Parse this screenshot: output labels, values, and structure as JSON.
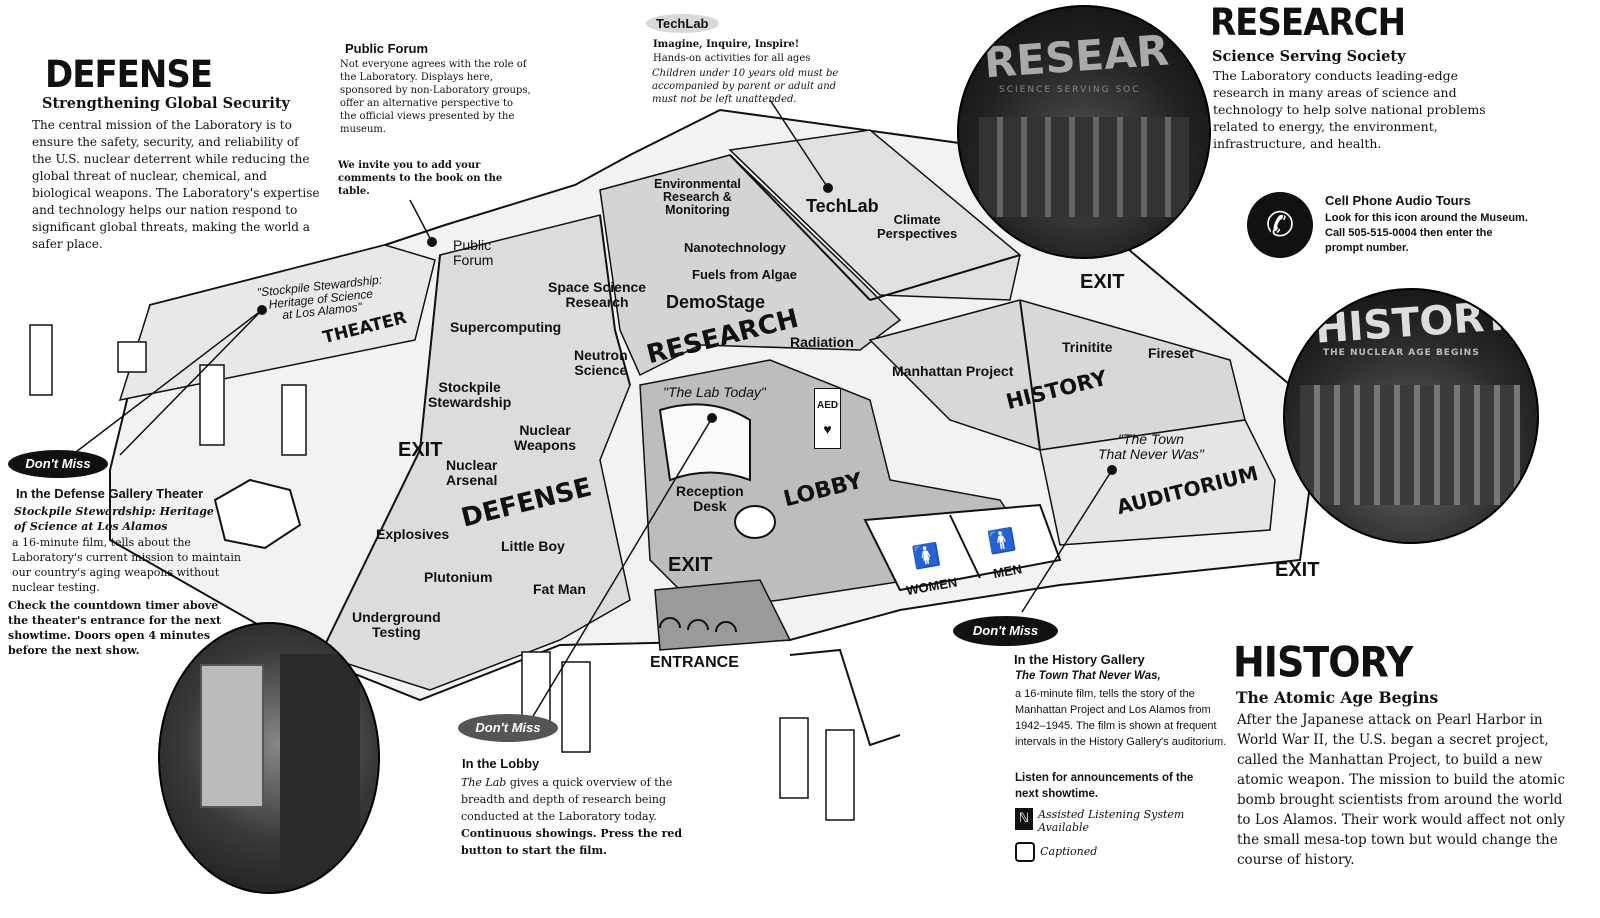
{
  "defense": {
    "title": "DEFENSE",
    "subtitle": "Strengthening Global Security",
    "body": "The central mission of the Laboratory is to ensure the safety, security, and reliability of the U.S. nuclear deterrent while reducing the global threat of nuclear, chemical, and biological weapons. The Laboratory's expertise and technology helps our nation respond to significant global threats, making the world a safer place."
  },
  "public_forum": {
    "title": "Public Forum",
    "body": "Not everyone agrees with the role of the Laboratory. Displays here, sponsored by non-Laboratory groups, offer an alternative perspective to the official views presented by the museum.",
    "invite": "We invite you to add your comments to the book on the table."
  },
  "techlab": {
    "title": "TechLab",
    "line1": "Imagine, Inquire, Inspire!",
    "line2": "Hands-on activities for all ages",
    "note": "Children under 10 years old must be accompanied by parent or adult and must not be left unattended."
  },
  "research": {
    "title": "RESEARCH",
    "subtitle": "Science Serving Society",
    "body": "The Laboratory conducts leading-edge research in many areas of science and technology to help solve national problems related to energy, the environment, infrastructure, and health.",
    "photo_sign": "RESEAR",
    "photo_subsign": "SCIENCE SERVING SOC"
  },
  "cell_tours": {
    "title": "Cell Phone Audio Tours",
    "body": "Look for this icon around the Museum. Call 505-515-0004 then enter the prompt number."
  },
  "history": {
    "title": "HISTORY",
    "subtitle": "The Atomic Age Begins",
    "body": "After the Japanese attack on Pearl Harbor in World War II, the U.S. began a secret project, called the Manhattan Project, to build a new atomic weapon. The mission to build the atomic bomb brought scientists from around the world to Los Alamos. Their work would affect not only the small mesa-top town but would change the course of history.",
    "photo_sign": "HISTORY",
    "photo_subsign": "THE NUCLEAR AGE BEGINS"
  },
  "dont_miss_label": "Don't Miss",
  "dont_miss_theater": {
    "heading": "In the Defense Gallery Theater",
    "film": "Stockpile Stewardship: Heritage of Science at Los Alamos",
    "desc": "a 16-minute film, tells about the Laboratory's current mission to maintain our country's aging weapons without nuclear testing.",
    "note": "Check the countdown timer above the theater's entrance for the next showtime. Doors open 4 minutes before the next show."
  },
  "dont_miss_lobby": {
    "heading": "In the Lobby",
    "film": "The Lab",
    "desc": "gives a quick overview of the breadth and depth of research being conducted at the Laboratory today.",
    "note": "Continuous showings. Press the red button to start the film."
  },
  "dont_miss_history": {
    "heading": "In the History Gallery",
    "film": "The Town That Never Was,",
    "desc": "a 16-minute film, tells the story of the Manhattan Project and Los Alamos from 1942–1945. The film is shown at frequent intervals in the History Gallery's auditorium.",
    "note": "Listen for announcements of the next showtime."
  },
  "accessibility": {
    "assisted": "Assisted Listening System Available",
    "captioned": "Captioned"
  },
  "map": {
    "zones": {
      "defense": "DEFENSE",
      "research": "RESEARCH",
      "history": "HISTORY",
      "lobby": "LOBBY",
      "theater": "THEATER",
      "auditorium": "AUDITORIUM"
    },
    "exit": "EXIT",
    "entrance": "ENTRANCE",
    "women": "WOMEN",
    "men": "MEN",
    "aed": "AED",
    "labels": {
      "stockpile_heritage": "\"Stockpile Stewardship:\nHeritage of Science\nat Los Alamos\"",
      "the_lab_today": "\"The Lab Today\"",
      "town_never_was": "\"The Town\nThat Never Was\"",
      "public_forum": "Public\nForum",
      "space_science": "Space Science\nResearch",
      "supercomputing": "Supercomputing",
      "neutron_science": "Neutron\nScience",
      "stockpile_stewardship": "Stockpile\nStewardship",
      "nuclear_weapons": "Nuclear\nWeapons",
      "nuclear_arsenal": "Nuclear\nArsenal",
      "explosives": "Explosives",
      "little_boy": "Little Boy",
      "plutonium": "Plutonium",
      "fat_man": "Fat Man",
      "underground_testing": "Underground\nTesting",
      "env_research": "Environmental\nResearch &\nMonitoring",
      "techlab": "TechLab",
      "climate": "Climate\nPerspectives",
      "nanotech": "Nanotechnology",
      "fuels": "Fuels from Algae",
      "demostage": "DemoStage",
      "radiation": "Radiation",
      "manhattan": "Manhattan Project",
      "trinitite": "Trinitite",
      "fireset": "Fireset",
      "reception": "Reception\nDesk"
    }
  }
}
